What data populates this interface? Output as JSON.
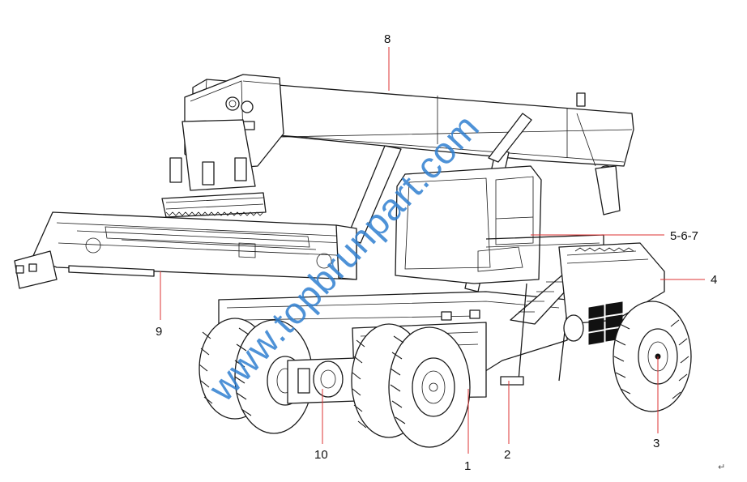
{
  "watermark": "www.topbrunpart.com",
  "paragraph_mark": "↵",
  "callouts": {
    "c1": "1",
    "c2": "2",
    "c3": "3",
    "c4": "4",
    "c5": "5-6-7",
    "c8": "8",
    "c9": "9",
    "c10": "10"
  }
}
